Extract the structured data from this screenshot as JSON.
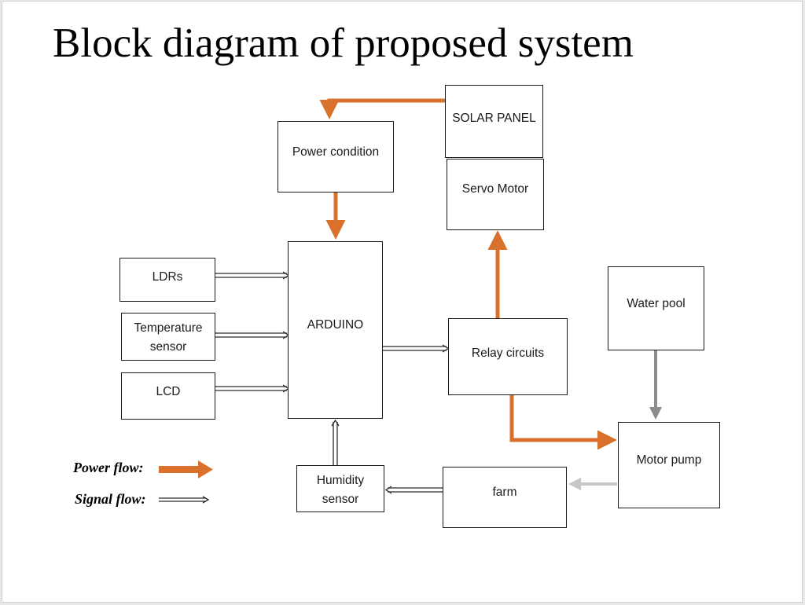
{
  "title": "Block diagram of proposed system",
  "blocks": {
    "solar_panel": "SOLAR PANEL",
    "servo_motor": "Servo Motor",
    "power_condition": "Power condition",
    "arduino": "ARDUINO",
    "ldrs": "LDRs",
    "temperature_sensor": {
      "line1": "Temperature",
      "line2": "sensor"
    },
    "lcd": "LCD",
    "relay_circuits": "Relay circuits",
    "water_pool": "Water pool",
    "motor_pump": "Motor pump",
    "farm": "farm",
    "humidity_sensor": {
      "line1": "Humidity",
      "line2": "sensor"
    }
  },
  "legend": {
    "power_flow": "Power flow:",
    "signal_flow": "Signal flow:"
  },
  "colors": {
    "power_flow": "#d9702b",
    "signal_flow": "#2b2b2b",
    "water_flow": "#8c8c8c",
    "water_flow_light": "#c6c6c6"
  }
}
